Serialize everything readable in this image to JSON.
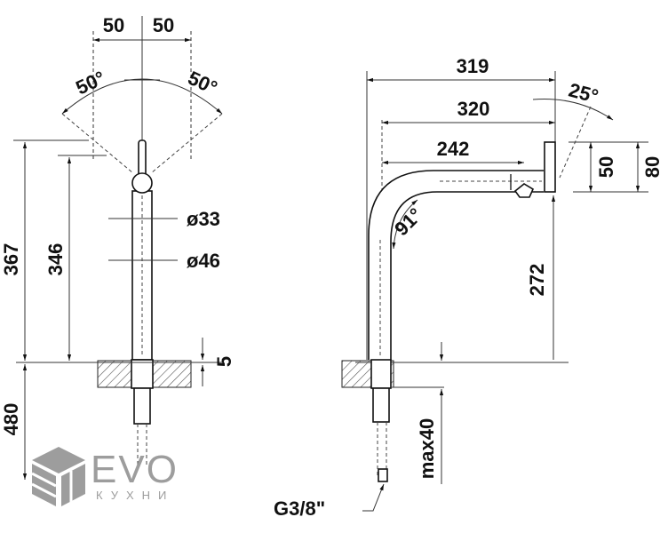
{
  "front_view": {
    "top_left": "50",
    "top_right": "50",
    "angle_left": "50°",
    "angle_right": "50°",
    "height_total": "367",
    "height_body": "346",
    "diameter_top": "ø33",
    "diameter_bottom": "ø46",
    "base_gap": "5",
    "below_counter": "480"
  },
  "side_view": {
    "reach_total": "319",
    "reach_spout": "320",
    "reach_inner": "242",
    "handle_angle": "25°",
    "handle_height": "50",
    "handle_total": "80",
    "bend_angle": "91°",
    "spout_height": "272",
    "counter_max": "max40",
    "thread": "G3/8\""
  },
  "logo": {
    "name": "EVO",
    "subtitle": "КУХНИ"
  }
}
